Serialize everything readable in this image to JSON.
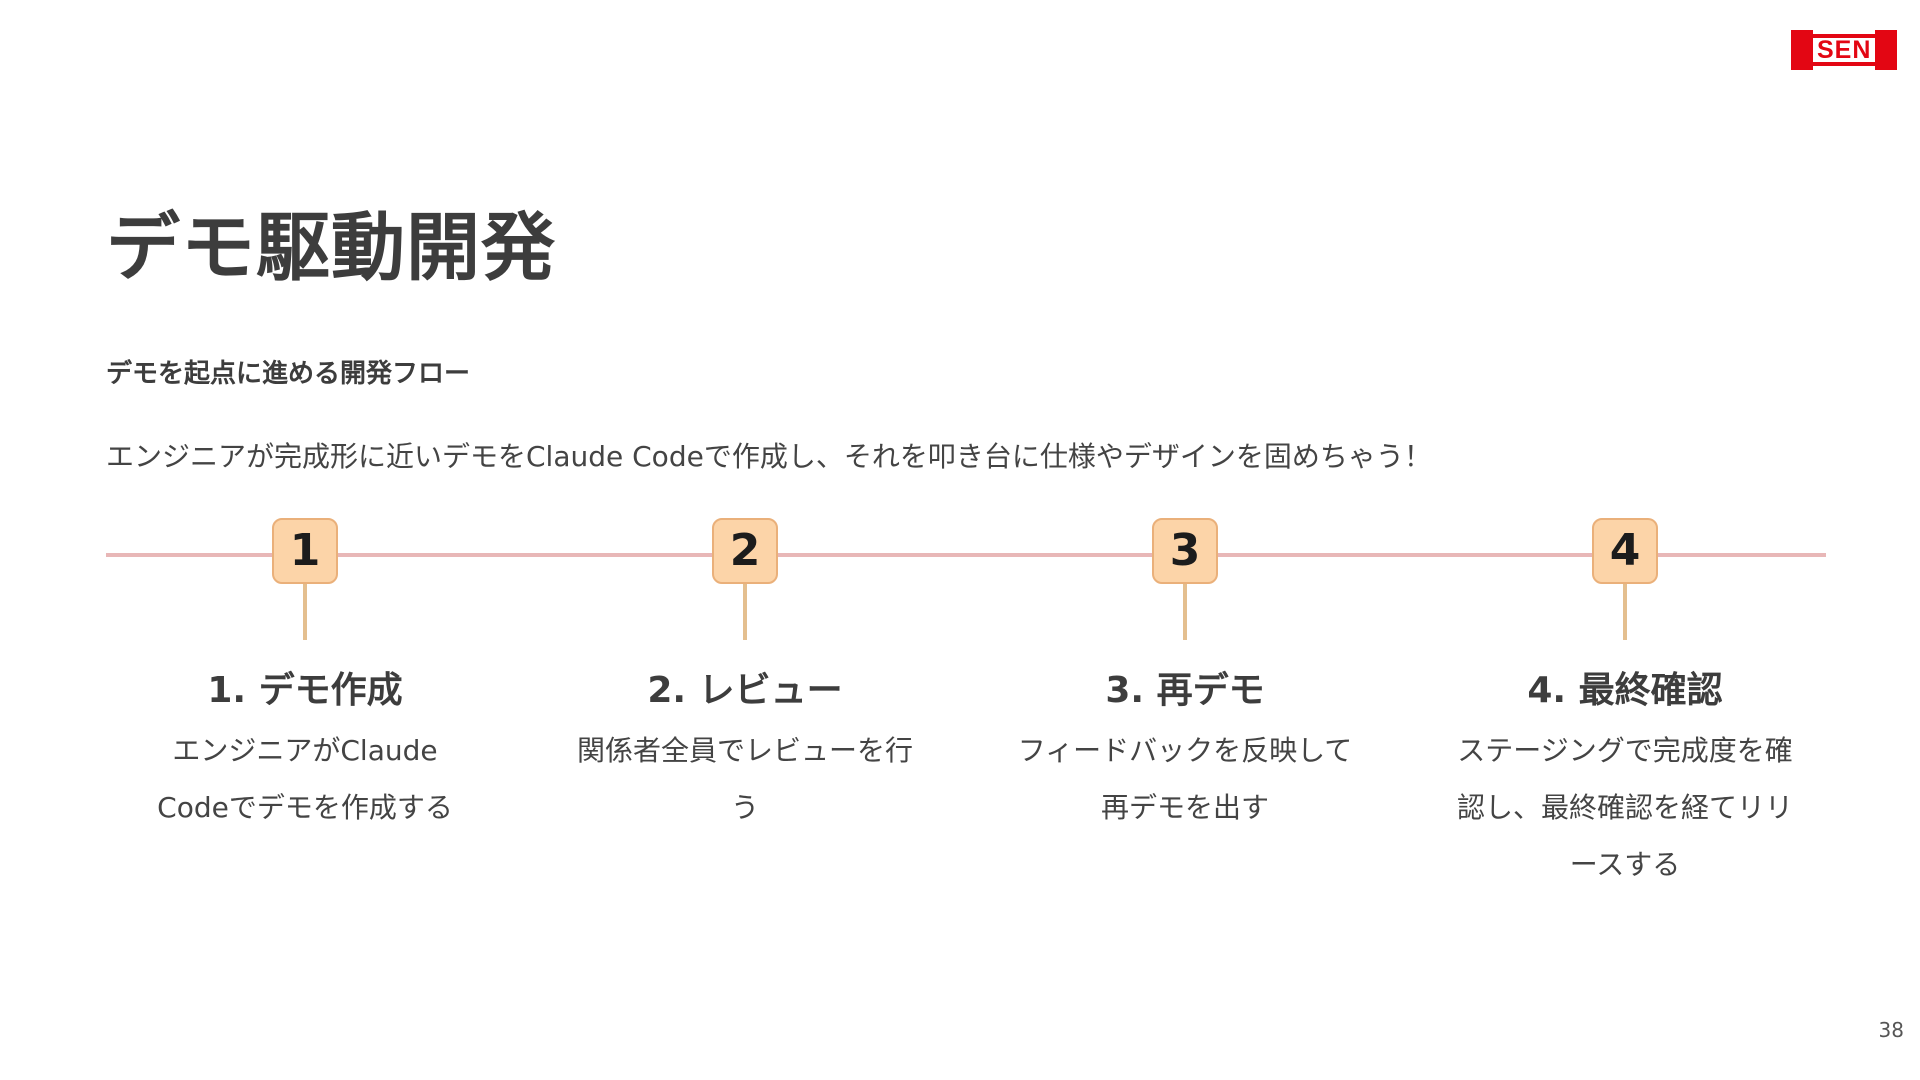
{
  "logo": {
    "text": "SEN",
    "color": "#e30613"
  },
  "title": "デモ駆動開発",
  "subtitle": "デモを起点に進める開発フロー",
  "lead": "エンジニアが完成形に近いデモをClaude Codeで作成し、それを叩き台に仕様やデザインを固めちゃう！",
  "colors": {
    "badge_fill": "#fcd4a8",
    "badge_border": "#eab07a",
    "timeline_line": "#e8b7b7",
    "stem": "#e4bf8f",
    "text": "#3d3d3d"
  },
  "steps": [
    {
      "number": "1",
      "title": "1. デモ作成",
      "description": "エンジニアがClaude Codeでデモを作成する"
    },
    {
      "number": "2",
      "title": "2. レビュー",
      "description": "関係者全員でレビューを行う"
    },
    {
      "number": "3",
      "title": "3. 再デモ",
      "description": "フィードバックを反映して再デモを出す"
    },
    {
      "number": "4",
      "title": "4. 最終確認",
      "description": "ステージングで完成度を確認し、最終確認を経てリリースする"
    }
  ],
  "page_number": "38"
}
